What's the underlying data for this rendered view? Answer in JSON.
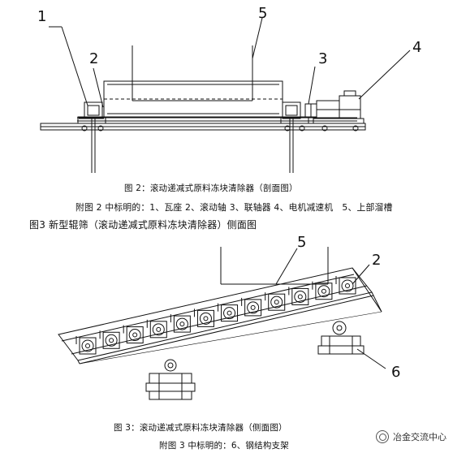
{
  "figure2": {
    "labels": [
      "1",
      "2",
      "3",
      "4",
      "5"
    ],
    "caption": "图 2：滚动递减式原料冻块清除器（剖面图）",
    "legend": "附图 2 中标明的：1、瓦座 2、滚动轴 3、联轴器 4、电机减速机　5、上部溜槽"
  },
  "figure3": {
    "heading": "图3 新型辊筛（滚动递减式原料冻块清除器）侧面图",
    "labels": [
      "5",
      "2",
      "6"
    ],
    "caption": "图 3：滚动递减式原料冻块清除器（侧面图）",
    "legend": "附图 3 中标明的：6、钢结构支架"
  },
  "watermark": {
    "text": "冶金交流中心",
    "icon": "wechat-icon"
  }
}
